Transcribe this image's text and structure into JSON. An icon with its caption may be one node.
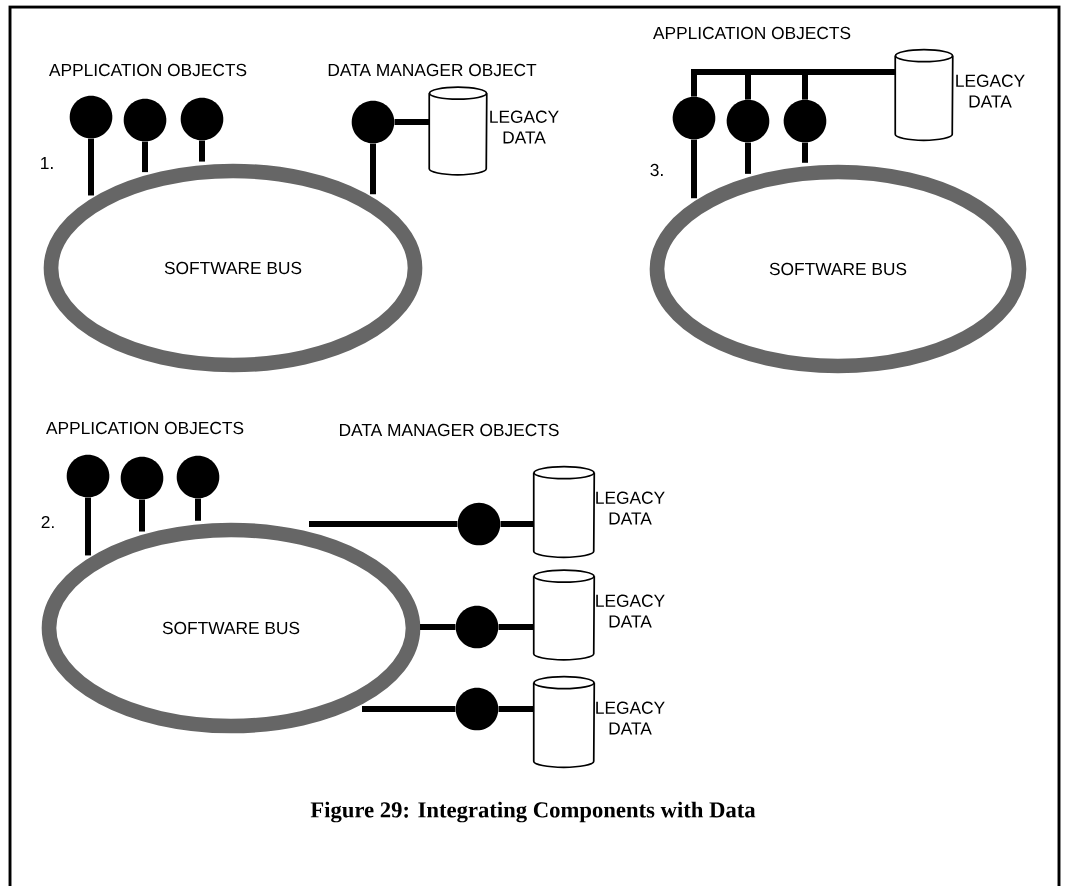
{
  "diagram": {
    "caption": "Figure 29: Integrating Components with Data",
    "nodes": [
      {
        "text": [],
        "shape": "circle"
      },
      {
        "text": [],
        "shape": "circle"
      },
      {
        "text": [],
        "shape": "circle"
      },
      {
        "text": [],
        "shape": "circle"
      },
      {
        "text": [],
        "shape": "cylinder",
        "beside": [
          "LEGACY DATA"
        ]
      },
      {
        "text": [
          "SOFTWARE BUS"
        ]
      },
      {
        "text": [],
        "shape": "circle"
      },
      {
        "text": [],
        "shape": "circle"
      },
      {
        "text": [],
        "shape": "circle"
      },
      {
        "text": [],
        "shape": "cylinder",
        "beside": [
          "LEGACY DATA"
        ]
      },
      {
        "text": [
          "SOFTWARE BUS"
        ]
      },
      {
        "text": [],
        "shape": "circle"
      },
      {
        "text": [],
        "shape": "circle"
      },
      {
        "text": [],
        "shape": "circle"
      },
      {
        "text": [
          "SOFTWARE BUS"
        ]
      },
      {
        "text": [],
        "shape": "circle"
      },
      {
        "text": [],
        "shape": "circle"
      },
      {
        "text": [],
        "shape": "circle"
      },
      {
        "text": [],
        "shape": "cylinder",
        "beside": [
          "LEGACY DATA"
        ]
      },
      {
        "text": [],
        "shape": "cylinder",
        "beside": [
          "LEGACY DATA"
        ]
      },
      {
        "text": [],
        "shape": "cylinder",
        "beside": [
          "LEGACY DATA"
        ]
      }
    ],
    "edges": [
      {
        "from": 0,
        "to": 5,
        "arrow": "none"
      },
      {
        "from": 1,
        "to": 5,
        "arrow": "none"
      },
      {
        "from": 2,
        "to": 5,
        "arrow": "none"
      },
      {
        "from": 3,
        "to": 5,
        "arrow": "none"
      },
      {
        "from": 3,
        "to": 4,
        "arrow": "none"
      },
      {
        "from": 6,
        "to": 10,
        "arrow": "none"
      },
      {
        "from": 7,
        "to": 10,
        "arrow": "none"
      },
      {
        "from": 8,
        "to": 10,
        "arrow": "none"
      },
      {
        "from": 6,
        "to": 9,
        "arrow": "none"
      },
      {
        "from": 7,
        "to": 9,
        "arrow": "none"
      },
      {
        "from": 8,
        "to": 9,
        "arrow": "none"
      },
      {
        "from": 11,
        "to": 14,
        "arrow": "none"
      },
      {
        "from": 12,
        "to": 14,
        "arrow": "none"
      },
      {
        "from": 13,
        "to": 14,
        "arrow": "none"
      },
      {
        "from": 14,
        "to": 15,
        "arrow": "none"
      },
      {
        "from": 14,
        "to": 16,
        "arrow": "none"
      },
      {
        "from": 14,
        "to": 17,
        "arrow": "none"
      },
      {
        "from": 15,
        "to": 18,
        "arrow": "none"
      },
      {
        "from": 16,
        "to": 19,
        "arrow": "none"
      },
      {
        "from": 17,
        "to": 20,
        "arrow": "none"
      }
    ],
    "labels": [
      "APPLICATION OBJECTS",
      "DATA MANAGER OBJECT",
      "1.",
      "APPLICATION OBJECTS",
      "3.",
      "APPLICATION OBJECTS",
      "DATA MANAGER OBJECTS",
      "2."
    ]
  }
}
